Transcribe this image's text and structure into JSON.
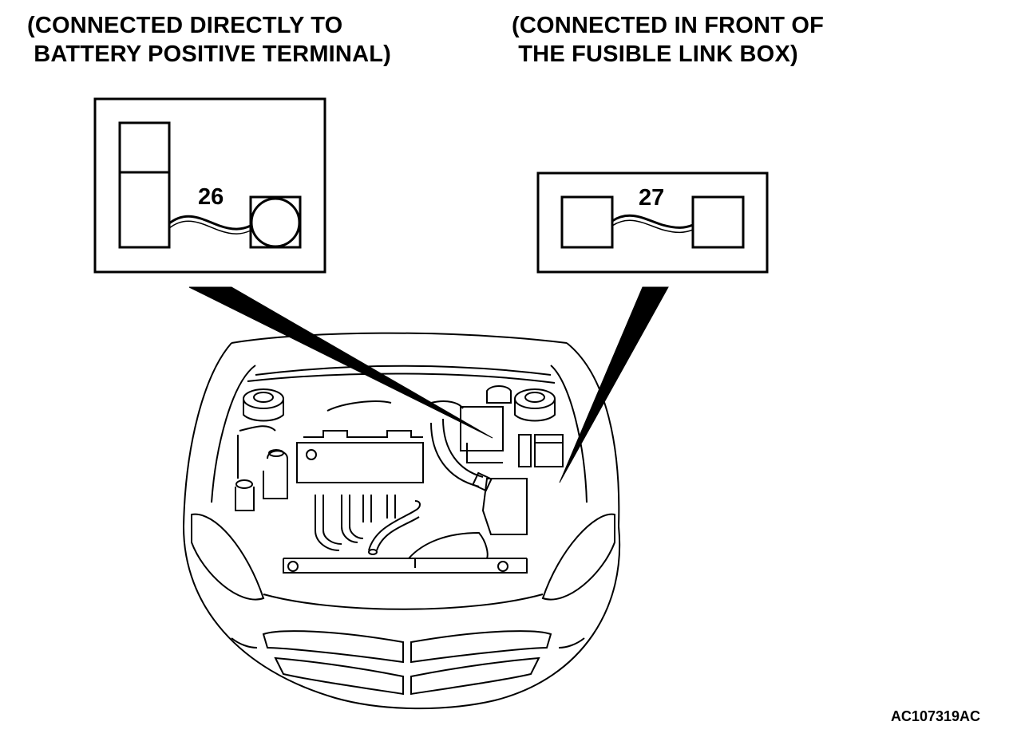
{
  "labels": {
    "left_caption": "(CONNECTED DIRECTLY TO\n BATTERY POSITIVE TERMINAL)",
    "right_caption": "(CONNECTED IN FRONT OF\n THE FUSIBLE LINK BOX)",
    "left_connector_number": "26",
    "right_connector_number": "27",
    "document_code": "AC107319AC"
  }
}
